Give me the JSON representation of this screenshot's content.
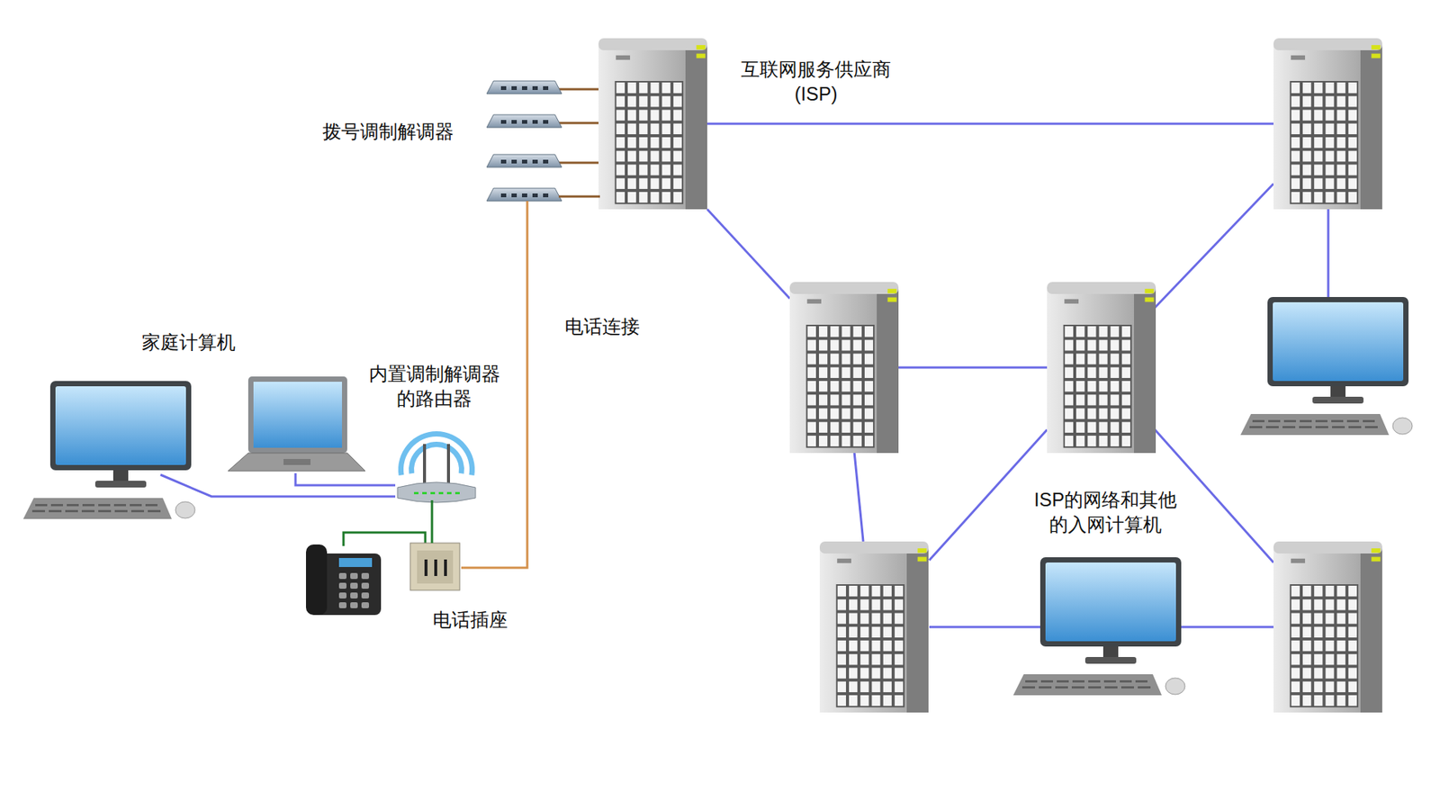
{
  "diagram": {
    "nodes": [
      {
        "text": [
          "互联网服务供应商 (ISP)"
        ]
      },
      {
        "text": [
          "拨号调制解调器"
        ]
      },
      {
        "text": [
          "内置调制解调器的路由器"
        ]
      },
      {
        "text": [
          "电话插座"
        ]
      }
    ],
    "edges": [
      {
        "from": 1,
        "to": 0,
        "arrow": "none"
      },
      {
        "from": 1,
        "to": 3,
        "label": "电话连接",
        "arrow": "none"
      },
      {
        "from": 3,
        "to": 2,
        "arrow": "none"
      }
    ],
    "labels": [
      "家庭计算机",
      "ISP的网络和其他的入网计算机"
    ]
  }
}
